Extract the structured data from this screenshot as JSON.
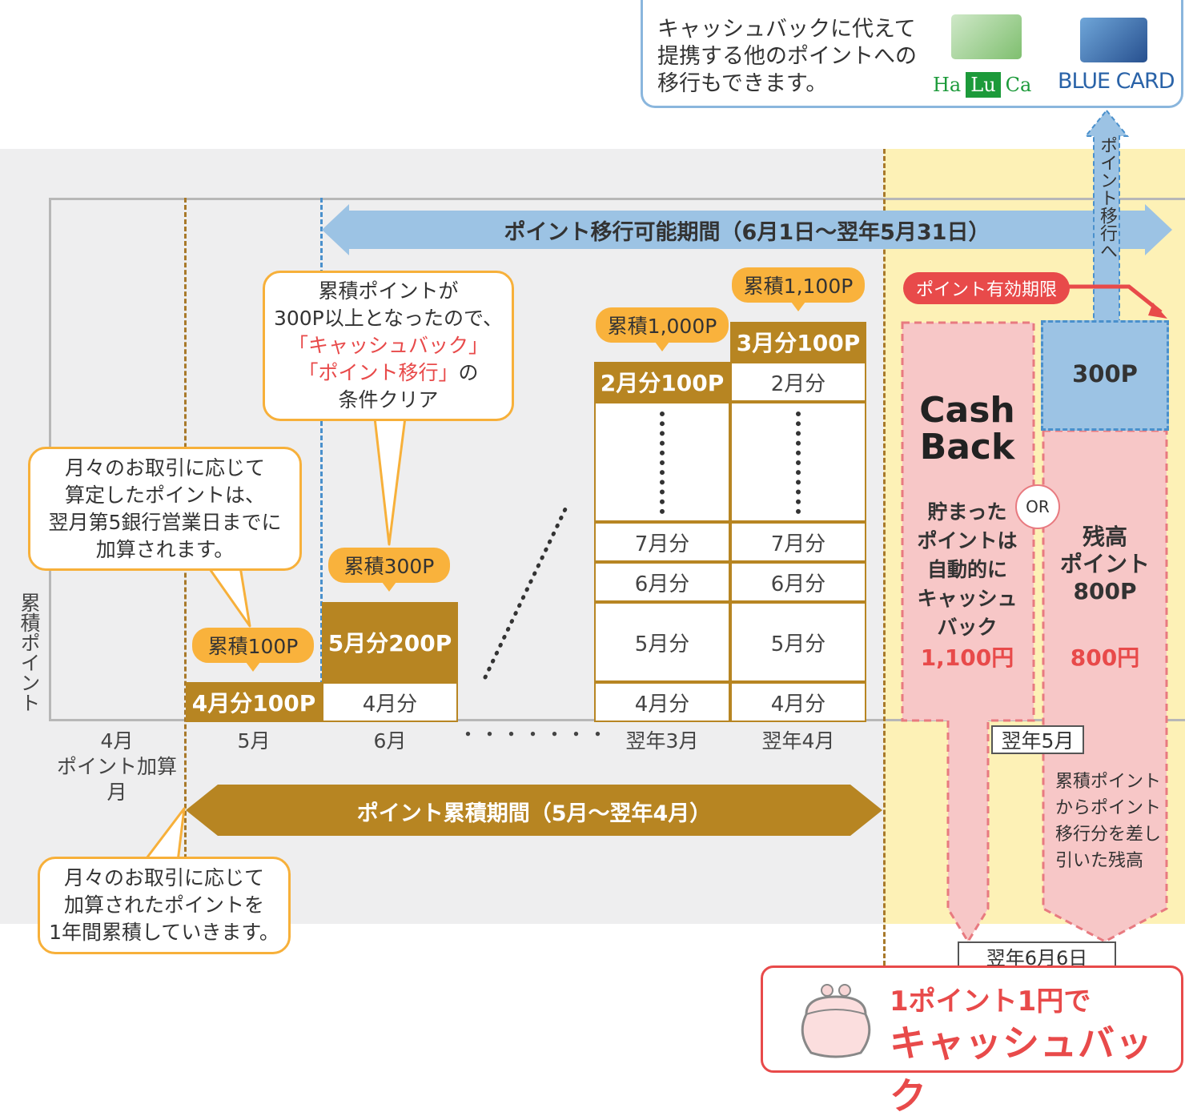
{
  "top_box": {
    "lines": [
      "キャッシュバックに代えて",
      "提携する他のポイントへの",
      "移行もできます。"
    ],
    "haluca_logo": [
      "Ha",
      "Lu",
      "Ca"
    ],
    "blue_card_logo": "BLUE CARD"
  },
  "transfer_period": "ポイント移行可能期間（6月1日〜翌年5月31日）",
  "accumulation_period": "ポイント累積期間（5月〜翌年4月）",
  "y_axis_label": "累積ポイント",
  "months": [
    "4月",
    "ポイント加算月",
    "5月",
    "6月",
    "・・・・・・・",
    "翌年3月",
    "翌年4月",
    "翌年5月"
  ],
  "pills": [
    "累積100P",
    "累積300P",
    "累積1,000P",
    "累積1,100P"
  ],
  "col_may": {
    "top": "4月分100P"
  },
  "col_jun": {
    "top": "5月分200P",
    "bottom": "4月分"
  },
  "col_mar": {
    "top": "2月分100P",
    "r7": "7月分",
    "r6": "6月分",
    "r5": "5月分",
    "r4": "4月分"
  },
  "col_apr": {
    "top": "3月分100P",
    "r2": "2月分",
    "r7": "7月分",
    "r6": "6月分",
    "r5": "5月分",
    "r4": "4月分"
  },
  "callout_calc": [
    "月々のお取引に応じて",
    "算定したポイントは、",
    "翌月第5銀行営業日までに",
    "加算されます。"
  ],
  "callout_clear": [
    "累積ポイントが",
    "300P以上となったので、",
    "「キャッシュバック」",
    "「ポイント移行」",
    "の",
    "条件クリア"
  ],
  "callout_year": [
    "月々のお取引に応じて",
    "加算されたポイントを",
    "1年間累積していきます。"
  ],
  "expiry_label": "ポイント有効期限",
  "transfer_arrow_label": "ポイント移行へ",
  "cashback": {
    "title": [
      "Cash",
      "Back"
    ],
    "desc": [
      "貯まった",
      "ポイントは",
      "自動的に",
      "キャッシュ",
      "バック"
    ],
    "amount": "1,100円"
  },
  "or_label": "OR",
  "balance": {
    "transfer": "300P",
    "title": [
      "残高",
      "ポイント",
      "800P"
    ],
    "amount": "800円",
    "note": [
      "累積ポイント",
      "からポイント",
      "移行分を差し",
      "引いた残高"
    ]
  },
  "date_label": "翌年6月6日",
  "final": {
    "line1": "1ポイント1円で",
    "line2": "キャッシュバック"
  },
  "colors": {
    "gold": "#b78522",
    "orange": "#f9b23c",
    "blue": "#9cc3e4",
    "pink": "#f7c7c7",
    "red": "#e84a4a",
    "yellow": "#fdf1b6"
  }
}
